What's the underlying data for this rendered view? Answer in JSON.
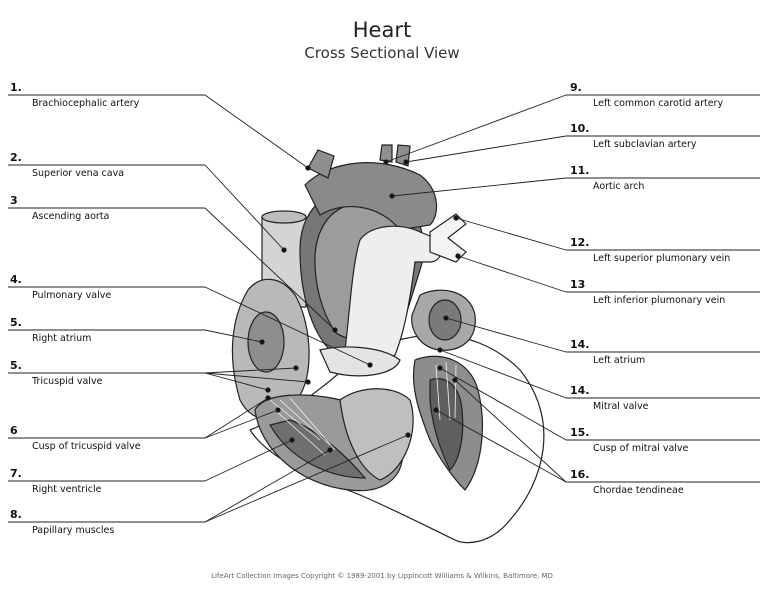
{
  "header": {
    "title": "Heart",
    "subtitle": "Cross Sectional View"
  },
  "labels": [
    {
      "num": "1.",
      "text": "Brachiocephalic artery"
    },
    {
      "num": "2.",
      "text": "Superior vena cava"
    },
    {
      "num": "3",
      "text": "Ascending aorta"
    },
    {
      "num": "4.",
      "text": "Pulmonary valve"
    },
    {
      "num": "5.",
      "text": "Right atrium"
    },
    {
      "num": "5.",
      "text": "Tricuspid valve"
    },
    {
      "num": "6",
      "text": "Cusp of tricuspid valve"
    },
    {
      "num": "7.",
      "text": "Right ventricle"
    },
    {
      "num": "8.",
      "text": "Papillary muscles"
    },
    {
      "num": "9.",
      "text": "Left common carotid artery"
    },
    {
      "num": "10.",
      "text": "Left subclavian artery"
    },
    {
      "num": "11.",
      "text": "Aortic arch"
    },
    {
      "num": "12.",
      "text": "Left superior plumonary vein"
    },
    {
      "num": "13",
      "text": "Left inferior plumonary vein"
    },
    {
      "num": "14.",
      "text": "Left atrium"
    },
    {
      "num": "14.",
      "text": "Mitral valve"
    },
    {
      "num": "15.",
      "text": "Cusp of mitral valve"
    },
    {
      "num": "16.",
      "text": "Chordae tendineae"
    }
  ],
  "footer": {
    "credit": "LifeArt Collection Images Copyright © 1989-2001 by Lippincott Williams & Wilkins, Baltimore, MD"
  }
}
